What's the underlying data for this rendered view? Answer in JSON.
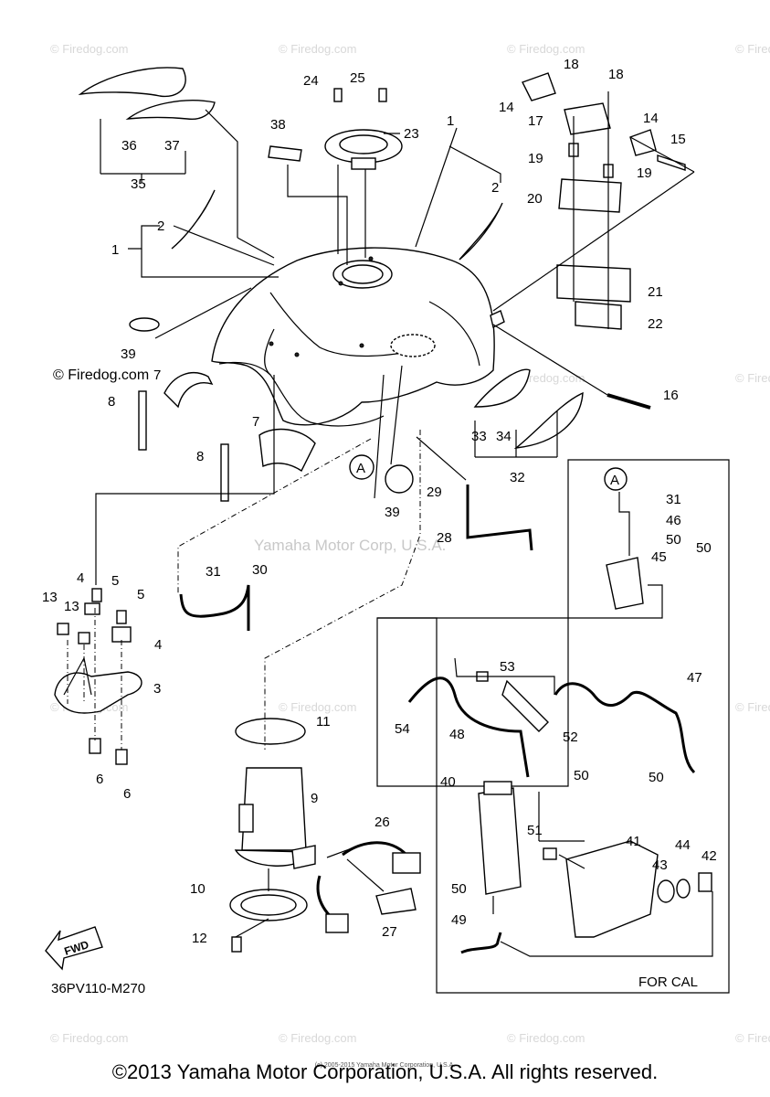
{
  "diagram_code": "36PV110-M270",
  "watermark_center": "Yamaha Motor Corp, U.S.A.",
  "watermark_firedog": "© Firedog.com",
  "watermark_firedog_dark": "© Firedog.com",
  "fwd_label": "FWD",
  "for_cal_label": "FOR CAL",
  "footer": "©2013 Yamaha Motor Corporation, U.S.A. All rights reserved.",
  "footer_small": "(c) 2005-2015 Yamaha Motor Corporation, U.S.A.",
  "callout_A": "A",
  "part_numbers": {
    "p1a": "1",
    "p1b": "1",
    "p2a": "2",
    "p2b": "2",
    "p3": "3",
    "p4a": "4",
    "p4b": "4",
    "p5a": "5",
    "p5b": "5",
    "p6a": "6",
    "p6b": "6",
    "p7a": "7",
    "p7b": "7",
    "p8a": "8",
    "p8b": "8",
    "p9": "9",
    "p10": "10",
    "p11": "11",
    "p12": "12",
    "p13a": "13",
    "p13b": "13",
    "p14a": "14",
    "p14b": "14",
    "p15": "15",
    "p16": "16",
    "p17": "17",
    "p18a": "18",
    "p18b": "18",
    "p19a": "19",
    "p19b": "19",
    "p20": "20",
    "p21": "21",
    "p22": "22",
    "p23": "23",
    "p24": "24",
    "p25": "25",
    "p26": "26",
    "p27": "27",
    "p28": "28",
    "p29": "29",
    "p30": "30",
    "p31a": "31",
    "p31b": "31",
    "p32": "32",
    "p33": "33",
    "p34": "34",
    "p35": "35",
    "p36": "36",
    "p37": "37",
    "p38": "38",
    "p39a": "39",
    "p39b": "39",
    "p40": "40",
    "p41": "41",
    "p42": "42",
    "p43": "43",
    "p44": "44",
    "p45": "45",
    "p46": "46",
    "p47": "47",
    "p48": "48",
    "p49": "49",
    "p50a": "50",
    "p50b": "50",
    "p50c": "50",
    "p50d": "50",
    "p50e": "50",
    "p51": "51",
    "p52": "52",
    "p53": "53",
    "p54": "54"
  }
}
